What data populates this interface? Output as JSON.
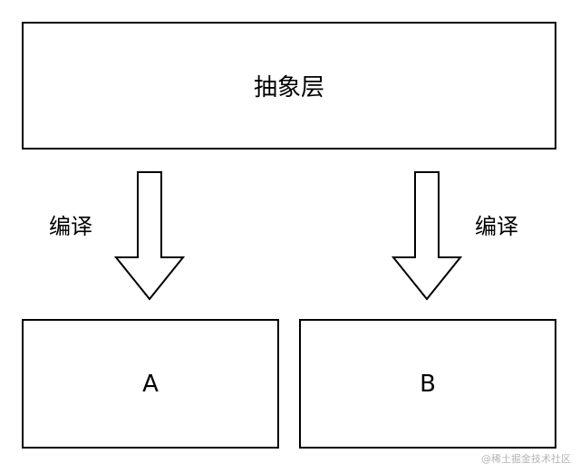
{
  "diagram": {
    "top_box": {
      "label": "抽象层"
    },
    "left_box": {
      "label": "A"
    },
    "right_box": {
      "label": "B"
    },
    "left_edge": {
      "label": "编译"
    },
    "right_edge": {
      "label": "编译"
    }
  },
  "watermark": "@稀土掘金技术社区",
  "colors": {
    "stroke": "#000000",
    "background": "#ffffff",
    "watermark": "#b4b4b4"
  }
}
